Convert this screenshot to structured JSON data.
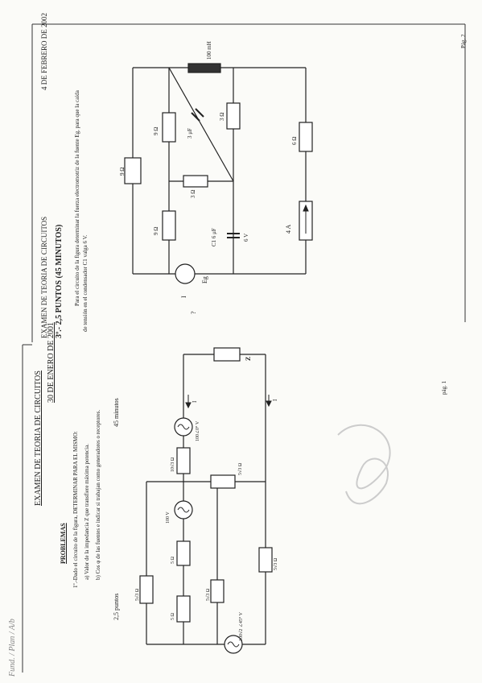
{
  "page1": {
    "header_title": "EXAMEN DE TEORIA DE CIRCUITOS",
    "header_date": "30 DE ENERO DE 2001",
    "section": "PROBLEMAS",
    "problem_line": "1º.-Dado el circuito de la figura, DETERMINAR PARA EL MISMO:",
    "item_a": "a)   Valor de la impedancia Z que transfiere máxima potencia.",
    "item_b": "b)   Cos φ de las fuentes e indicar si trabajan como generadores o receptores.",
    "points": "2,5 puntos",
    "minutes": "45 minutos",
    "page_label": "pág. 1",
    "handwriting": "Fund. / Plan / A/b",
    "labels": {
      "source_left": "100√2 ∠45° V",
      "r_left": "5 Ω",
      "r_topleft": "5√3 Ω",
      "l_center": "5√3 Ω",
      "c_center": "5√3 Ω",
      "r_5j": "5 Ω",
      "source_mid": "100 V",
      "r_10": "10√3 Ω",
      "source_right": "100∠0° V",
      "r_bottom": "5√3 Ω",
      "r_bot_right": "5√3 Ω",
      "z": "Z",
      "i1": "I",
      "i2": "I"
    }
  },
  "page2": {
    "header_title": "EXAMEN DE TEORIA DE CIRCUITOS",
    "header_date": "4 DE FEBRERO DE 2002",
    "problem": "3º.- 2,5 PUNTOS (45 MINUTOS)",
    "text_1": "Para el circuito de la figura determinar la fuerza electromotriz de la fuente Eg, para que la caída",
    "text_2": "de tensión en el condensador C1 valga 6 V.",
    "page_label": "Pág. 2",
    "labels": {
      "inductor": "100 mH",
      "r_top_9": "9 Ω",
      "cap_3": "3 μF",
      "r_3a": "3 Ω",
      "r_9_left": "9 Ω",
      "r_3b": "3 Ω",
      "r_6": "6 Ω",
      "r_9_bottom": "9 Ω",
      "c1": "C1 6 μF",
      "v6": "6 V",
      "current": "4 A",
      "eg": "Eg",
      "i": "I",
      "q": "?"
    }
  }
}
